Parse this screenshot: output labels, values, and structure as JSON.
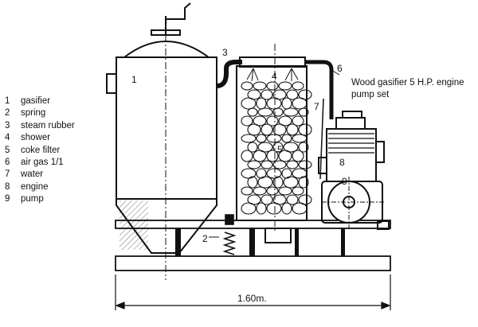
{
  "title_lines": [
    "Wood gasifier 5 H.P. engine",
    "pump set"
  ],
  "legend": [
    {
      "num": "1",
      "label": "gasifier"
    },
    {
      "num": "2",
      "label": "spring"
    },
    {
      "num": "3",
      "label": "steam rubber"
    },
    {
      "num": "4",
      "label": "shower"
    },
    {
      "num": "5",
      "label": "coke filter"
    },
    {
      "num": "6",
      "label": "air gas 1/1"
    },
    {
      "num": "7",
      "label": "water"
    },
    {
      "num": "8",
      "label": "engine"
    },
    {
      "num": "9",
      "label": "pump"
    }
  ],
  "callouts": [
    "1",
    "2",
    "3",
    "4",
    "5",
    "6",
    "7",
    "8",
    "9"
  ],
  "dimension_label": "1.60m."
}
